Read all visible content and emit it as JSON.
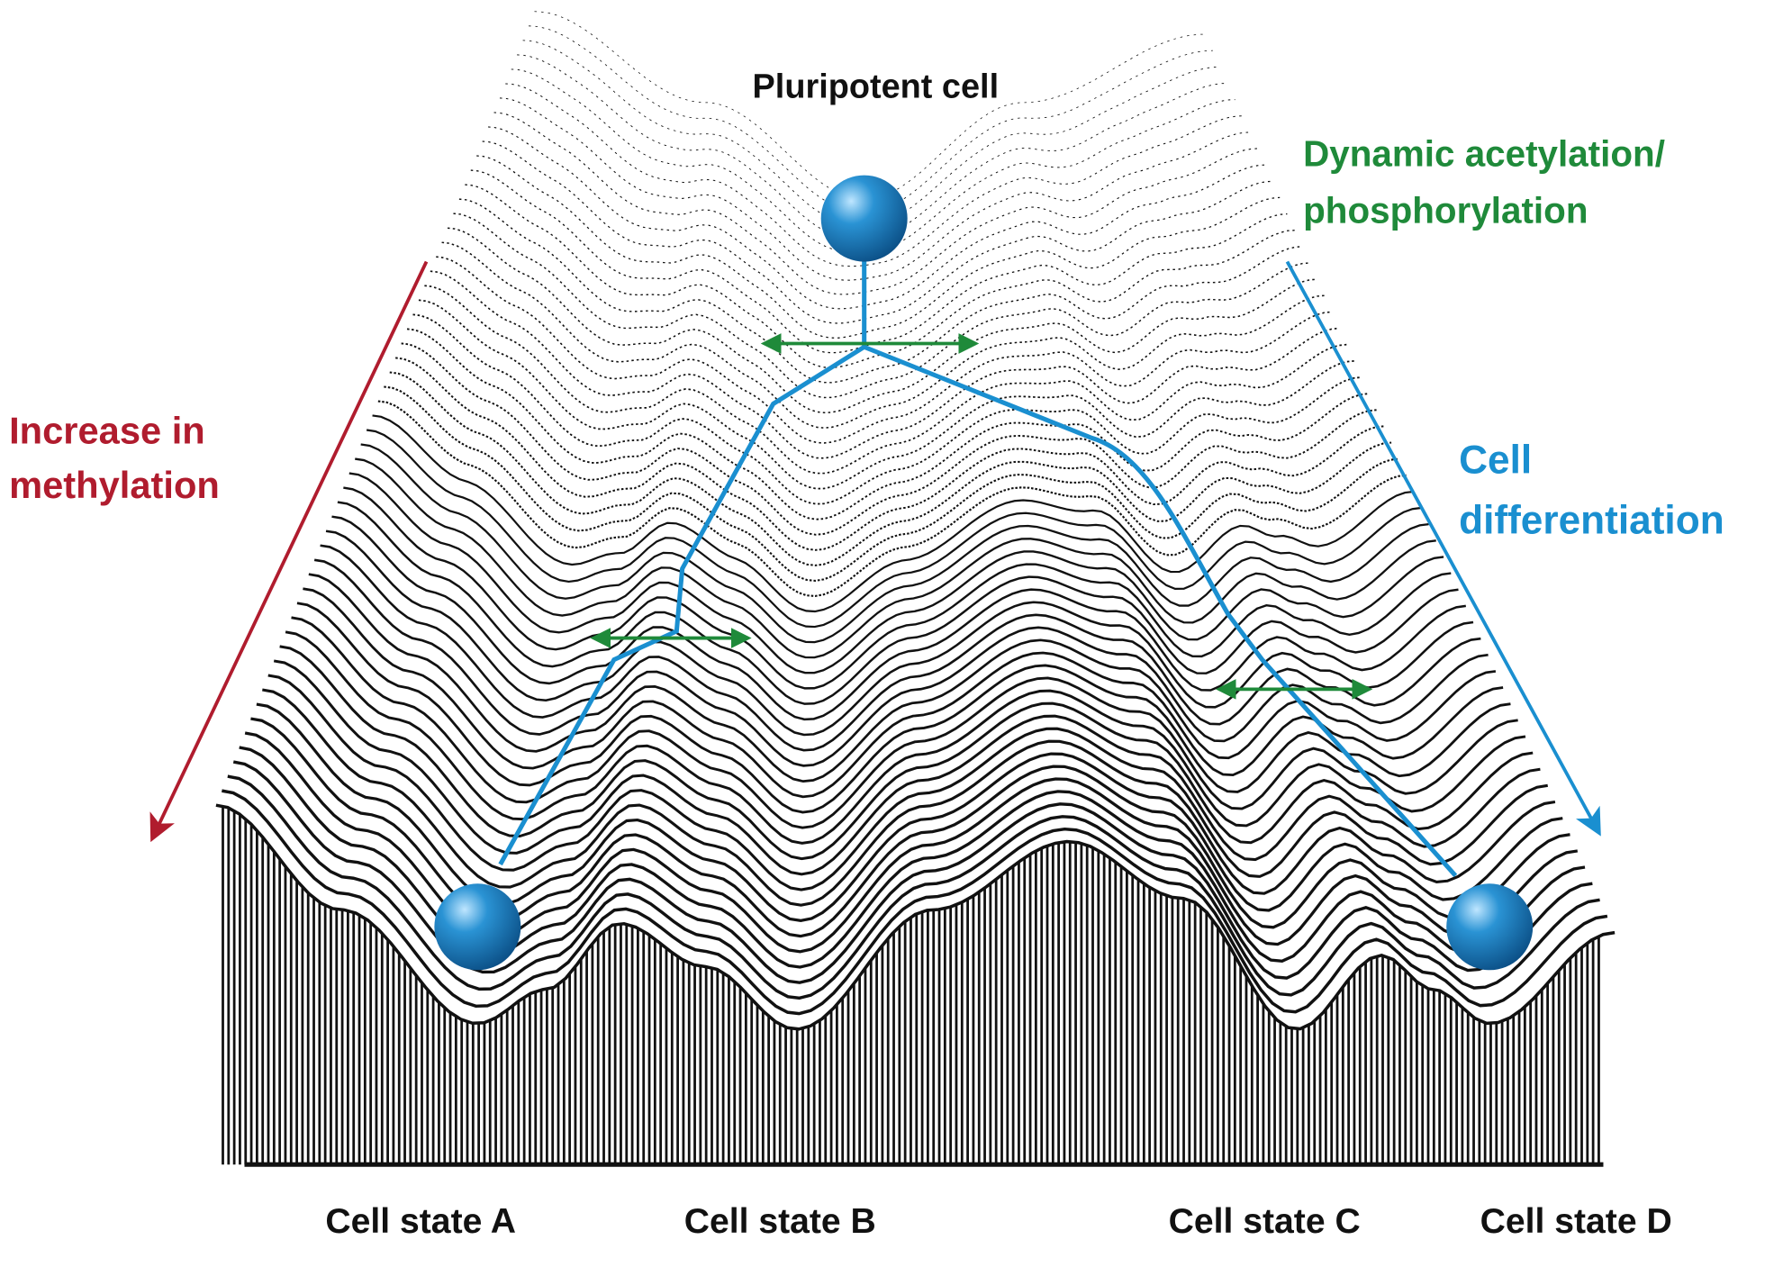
{
  "title": "Pluripotent cell",
  "left_label": {
    "line1": "Increase in",
    "line2": "methylation"
  },
  "right_top_label": {
    "line1": "Dynamic acetylation/",
    "line2": "phosphorylation"
  },
  "right_label": {
    "line1": "Cell",
    "line2": "differentiation"
  },
  "states": [
    "Cell state A",
    "Cell state B",
    "Cell state C",
    "Cell state D"
  ],
  "colors": {
    "methylation": "#b01c2e",
    "acetylation": "#1f8a3a",
    "differentiation": "#1a8fd0",
    "ball": "#1576b8"
  }
}
